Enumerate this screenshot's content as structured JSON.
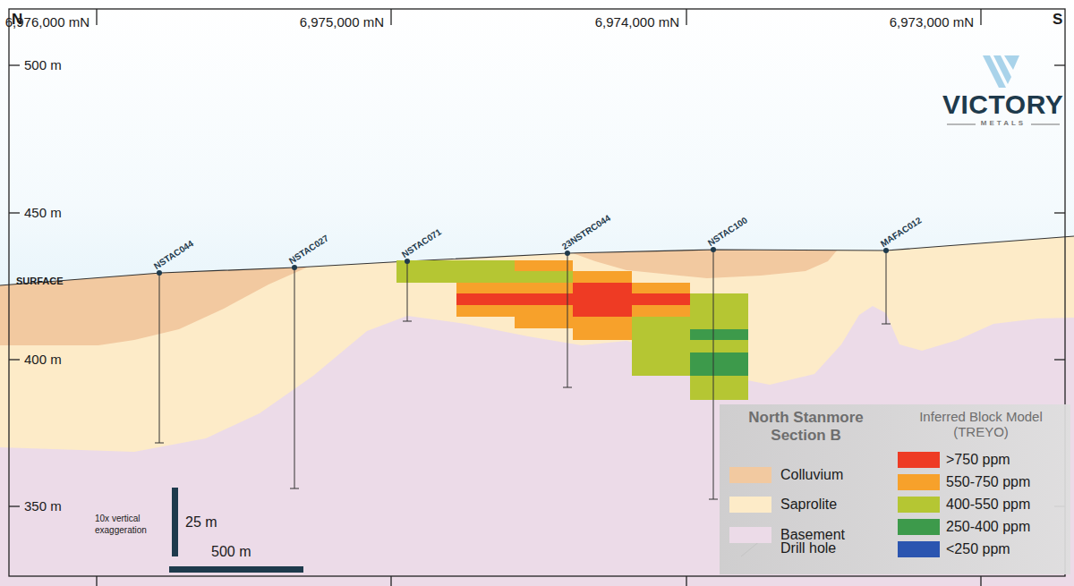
{
  "diagram": {
    "nodes": [
      {
        "text": [
          "North Stanmore Section B",
          "Inferred Block Model (TREYO)"
        ]
      }
    ],
    "labels": [
      "N",
      "S",
      "6,976,000 mN",
      "6,975,000 mN",
      "6,974,000 mN",
      "6,973,000 mN",
      "500 m",
      "450 m",
      "400 m",
      "350 m",
      "SURFACE",
      "NSTAC044",
      "NSTAC027",
      "NSTAC071",
      "23NSTRC044",
      "NSTAC100",
      "MAFAC012",
      "VICTORY",
      "METALS",
      "10x vertical exaggeration",
      "25 m",
      "500 m"
    ],
    "legend": [
      {
        "text": "Colluvium",
        "color": "#f2c9a0"
      },
      {
        "text": "Saprolite",
        "color": "#fdebc8"
      },
      {
        "text": "Basement",
        "color": "#ecdbe8"
      },
      {
        "text": "Drill hole"
      },
      {
        "text": ">750 ppm",
        "color": "#ee3b24"
      },
      {
        "text": "550-750 ppm",
        "color": "#f7a12b"
      },
      {
        "text": "400-550 ppm",
        "color": "#b5c633"
      },
      {
        "text": "250-400 ppm",
        "color": "#3d9a4b"
      },
      {
        "text": "<250 ppm",
        "color": "#2b55b0"
      }
    ]
  }
}
